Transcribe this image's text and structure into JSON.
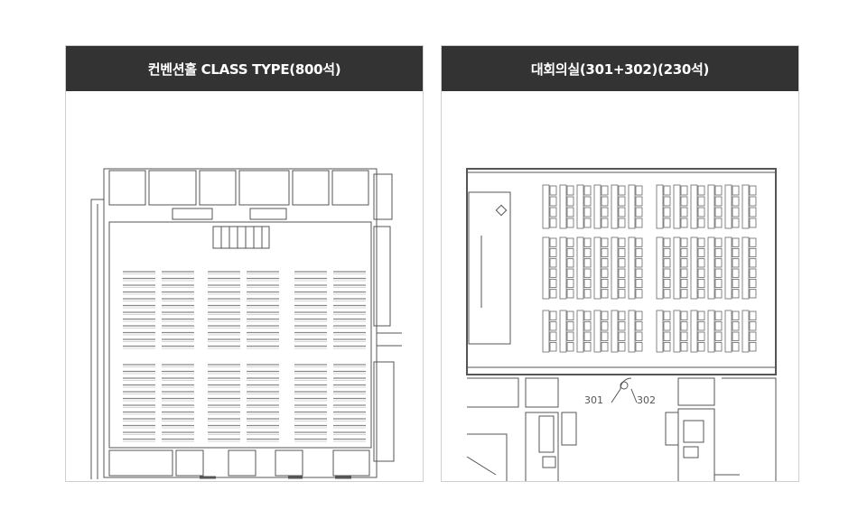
{
  "panels": [
    {
      "title": "컨벤션홀 CLASS TYPE(800석)"
    },
    {
      "title": "대회의실(301+302)(230석)",
      "room_labels": [
        "301",
        "302"
      ]
    }
  ],
  "colors": {
    "header_bg": "#333333",
    "header_text": "#ffffff",
    "line": "#555555"
  }
}
